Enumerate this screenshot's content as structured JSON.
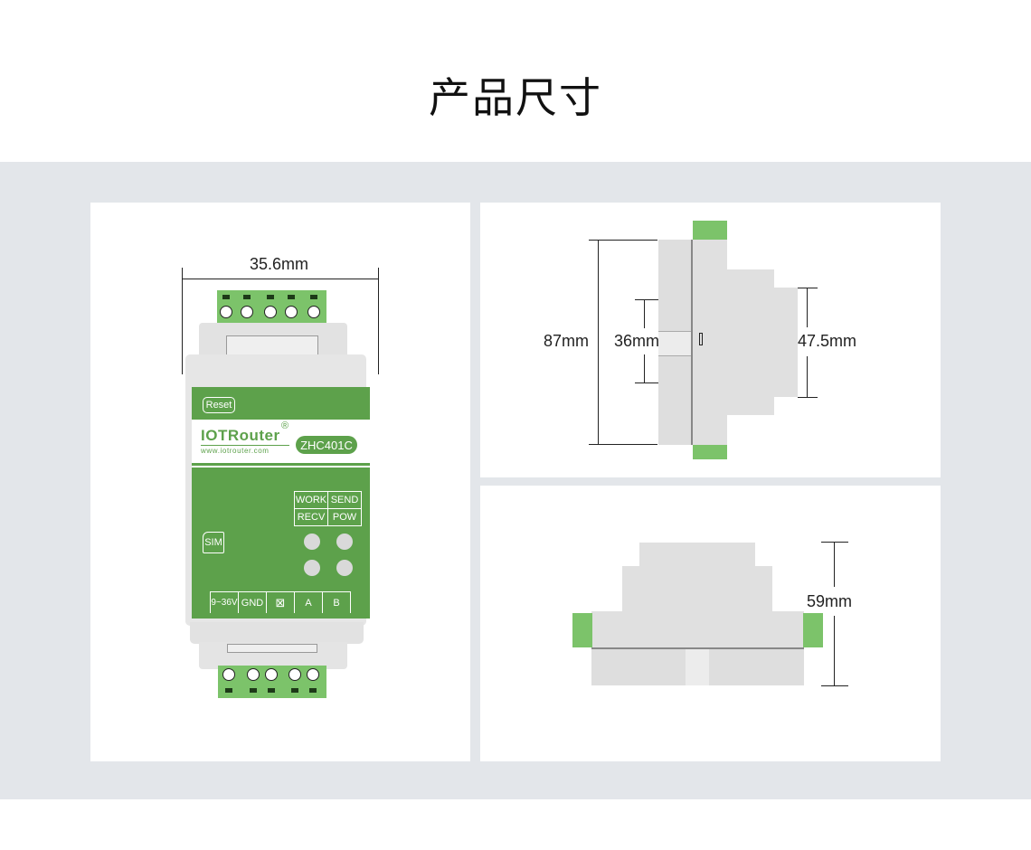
{
  "page": {
    "title": "产品尺寸"
  },
  "front_view": {
    "width_dimension": "35.6mm",
    "brand": "IOTRouter",
    "registered_mark": "®",
    "website": "www.iotrouter.com",
    "model": "ZHC401C",
    "reset_label": "Reset",
    "sim_label": "SIM",
    "indicator_labels": [
      "WORK",
      "SEND",
      "RECV",
      "POW"
    ],
    "terminal_labels": [
      "9~36V",
      "GND",
      "⊠",
      "A",
      "B"
    ]
  },
  "side_view": {
    "height_dimension": "87mm",
    "rail_dimension": "36mm",
    "front_height_dimension": "47.5mm"
  },
  "bottom_view": {
    "depth_dimension": "59mm"
  },
  "colors": {
    "band": "#e3e6ea",
    "panel": "#ffffff",
    "label_green": "#5da14b",
    "terminal_green": "#7cc36a",
    "housing_gray": "#dcdcdc"
  }
}
